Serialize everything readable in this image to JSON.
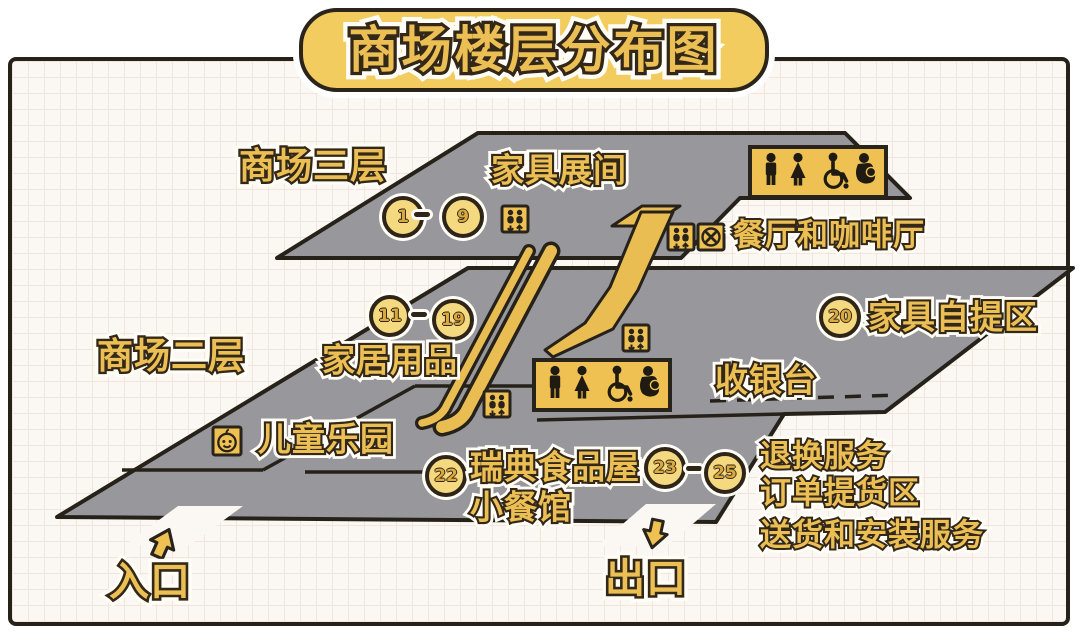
{
  "title": "商场楼层分布图",
  "floor3": {
    "label": "商场三层",
    "showroom": "家具展间",
    "num_start": "1",
    "num_end": "9",
    "dining": "餐厅和咖啡厅"
  },
  "floor2": {
    "label": "商场二层",
    "num_start": "11",
    "num_end": "19",
    "home_goods": "家居用品",
    "cashier": "收银台",
    "pickup_num": "20",
    "pickup_area": "家具自提区"
  },
  "floor1": {
    "kids": "儿童乐园",
    "restaurant_num": "22",
    "restaurant_line1": "瑞典食品屋",
    "restaurant_line2": "小餐馆",
    "services_num_start": "23",
    "services_num_end": "25",
    "service_return": "退换服务",
    "service_order_pickup": "订单提货区",
    "service_delivery": "送货和安装服务"
  },
  "entrance_label": "入口",
  "exit_label": "出口",
  "icons": {
    "elevator": "elevator-two-people-with-down-up-arrows",
    "restaurant": "crossed-fork-and-knife-in-circle",
    "restroom_group": "man-woman-wheelchair-baby-care",
    "kids": "baby-face",
    "entrance_arrow": "chunky-arrow-up-right",
    "exit_arrow": "chunky-arrow-down"
  },
  "colors": {
    "slab_gray": "#98979c",
    "outline_dark": "#29241b",
    "accent_yellow": "#eec152",
    "text_gold": "#ecbf55",
    "text_dark": "#332818",
    "halo_white": "#fffdf6",
    "banner_yellow": "#f2cc5f",
    "paper": "#fbf8f3"
  }
}
